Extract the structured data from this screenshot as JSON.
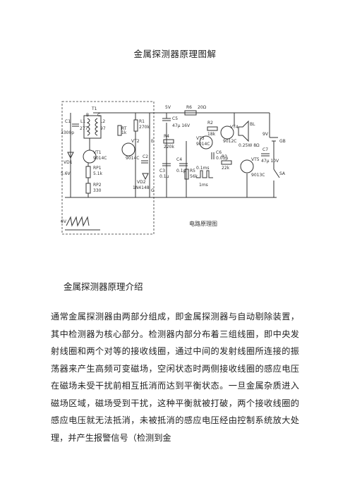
{
  "document": {
    "title": "金属探测器原理图解",
    "section_heading": "金属探测器原理介绍",
    "paragraph": "通常金属探测器由两部分组成，即金属探测器与自动剔除装置，其中检测器为核心部分。检测器内部分布着三组线圈，即中央发射线圈和两个对等的接收线圈，通过中间的发射线圈所连接的振荡器来产生高频可变磁场，空闲状态时两侧接收线圈的感应电压在磁场未受干扰前相互抵消而达到平衡状态。一旦金属杂质进入磁场区域，磁场受到干扰，这种平衡就被打破，两个接收线圈的感应电压就无法抵消，未被抵消的感应电压经由控制系统放大处理，并产生报警信号（检测到金"
  },
  "diagram": {
    "caption": "电路原理图",
    "labels": {
      "t1": "T1",
      "b": "B",
      "c": "C",
      "l1": "L1",
      "l2": "L2",
      "t277": "277",
      "t97": "97",
      "c1": "C1",
      "c1v": "3300p",
      "vt1": "VT1",
      "vt1m": "9014C",
      "vt2": "VT2",
      "vt2m": "9014C",
      "rp1": "RP1",
      "rp1v": "5.1k",
      "rp2": "RP2",
      "rp2v": "330",
      "r1": "R1",
      "r1v": "270k",
      "r2": "R2",
      "r2v": "18k",
      "r3": "R3",
      "r3v": "22k",
      "r4": "R4",
      "r4v": "220k",
      "r5": "R5",
      "r5v": "56k",
      "r6": "R6",
      "r6v": "20Ω",
      "rt": "RT",
      "rtv": "1k",
      "c2": "C2",
      "c3": "C3",
      "c3v": "0.1μ",
      "c4": "C4",
      "c4v": "0.1μ",
      "c5": "C5",
      "c5v": "47μ 16V",
      "c6": "C6",
      "c6v": "0.01μ",
      "c7": "C7",
      "c7v": "47μ 10V",
      "vt3": "VT3",
      "vt3m": "9014C",
      "vt4": "VT4",
      "vt4m": "9012C",
      "vt5": "VT5",
      "vt5m": "9013C",
      "vd1": "VD1",
      "vd2": "VD2",
      "vd2m": "1N4148",
      "v6": "6V",
      "v56": "5.6V",
      "bl": "BL",
      "blv": "0.25W 8Ω",
      "gb": "GB",
      "sa": "SA",
      "v9": "9V",
      "v5": "5V",
      "e": "E",
      "g": "G",
      "t1ms": "1ms",
      "t01": "0.1ms"
    }
  }
}
